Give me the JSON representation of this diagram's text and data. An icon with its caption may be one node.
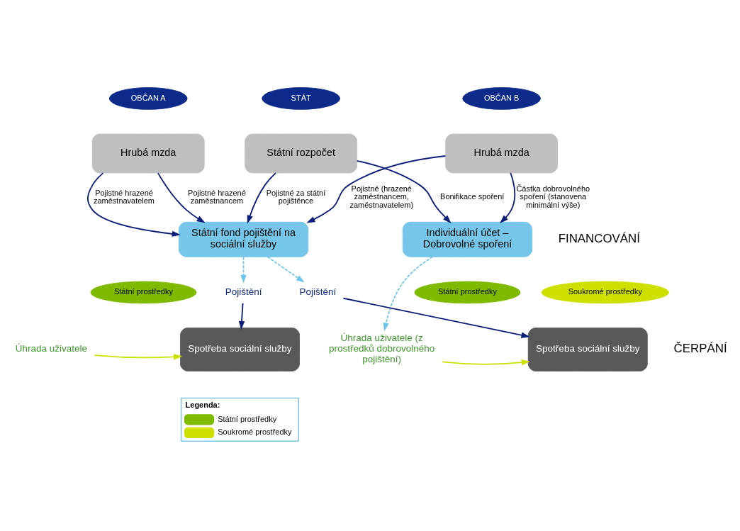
{
  "diagram": {
    "nodes": [
      {
        "text": [
          "OBČAN A"
        ]
      },
      {
        "text": [
          "STÁT"
        ]
      },
      {
        "text": [
          "OBČAN B"
        ]
      },
      {
        "text": [
          "Hrubá mzda"
        ]
      },
      {
        "text": [
          "Státní rozpočet"
        ]
      },
      {
        "text": [
          "Hrubá mzda"
        ]
      },
      {
        "text": [
          "Státní fond pojištění na sociální služby"
        ]
      },
      {
        "text": [
          "Individuální účet – Dobrovolné spoření"
        ]
      },
      {
        "text": [
          "Státní prostředky"
        ]
      },
      {
        "text": [
          "Státní prostředky"
        ]
      },
      {
        "text": [
          "Soukromé prostředky"
        ]
      },
      {
        "text": [
          "Pojištění"
        ]
      },
      {
        "text": [
          "Spotřeba sociální služby"
        ]
      },
      {
        "text": [
          "Úhrada uživatele"
        ]
      },
      {
        "text": [
          "Pojištění"
        ]
      },
      {
        "text": [
          "Spotřeba sociální služby"
        ]
      },
      {
        "text": [
          "Úhrada uživatele (z prostředků dobrovolného pojištění)"
        ]
      }
    ],
    "edges": [
      {
        "from": 3,
        "to": 6,
        "arrow": "to",
        "label": "Pojistné hrazené zaměstnavatelem"
      },
      {
        "from": 3,
        "to": 6,
        "arrow": "to",
        "label": "Pojistné hrazené zaměstnancem"
      },
      {
        "from": 4,
        "to": 6,
        "arrow": "to",
        "label": "Pojistné za státní pojištěnce"
      },
      {
        "from": 4,
        "to": 7,
        "arrow": "to",
        "label": "Bonifikace spoření"
      },
      {
        "from": 5,
        "to": 6,
        "arrow": "to",
        "label": "Pojistné (hrazené zaměstnancem, zaměstnavatelem)"
      },
      {
        "from": 5,
        "to": 7,
        "arrow": "to",
        "label": "Částka dobrovolného spoření (stanovena minimální výše)"
      },
      {
        "from": 6,
        "to": 11,
        "arrow": "to",
        "style": "dashed",
        "color": "#6cc5e8"
      },
      {
        "from": 6,
        "to": 14,
        "arrow": "to",
        "style": "dashed",
        "color": "#6cc5e8"
      },
      {
        "from": 7,
        "to": 16,
        "arrow": "to",
        "style": "dashed",
        "color": "#6cc5e8"
      },
      {
        "from": 11,
        "to": 12,
        "arrow": "to"
      },
      {
        "from": 13,
        "to": 12,
        "arrow": "to",
        "color": "#cde000"
      },
      {
        "from": 14,
        "to": 15,
        "arrow": "to"
      },
      {
        "from": 16,
        "to": 15,
        "arrow": "to",
        "color": "#cde000"
      }
    ],
    "labels": [
      "FINANCOVÁNÍ",
      "ČERPÁNÍ",
      "Legenda:"
    ],
    "legend": [
      {
        "text": "Státní prostředky",
        "color": "#7fba00"
      },
      {
        "text": "Soukromé prostředky",
        "color": "#cde000"
      }
    ]
  }
}
